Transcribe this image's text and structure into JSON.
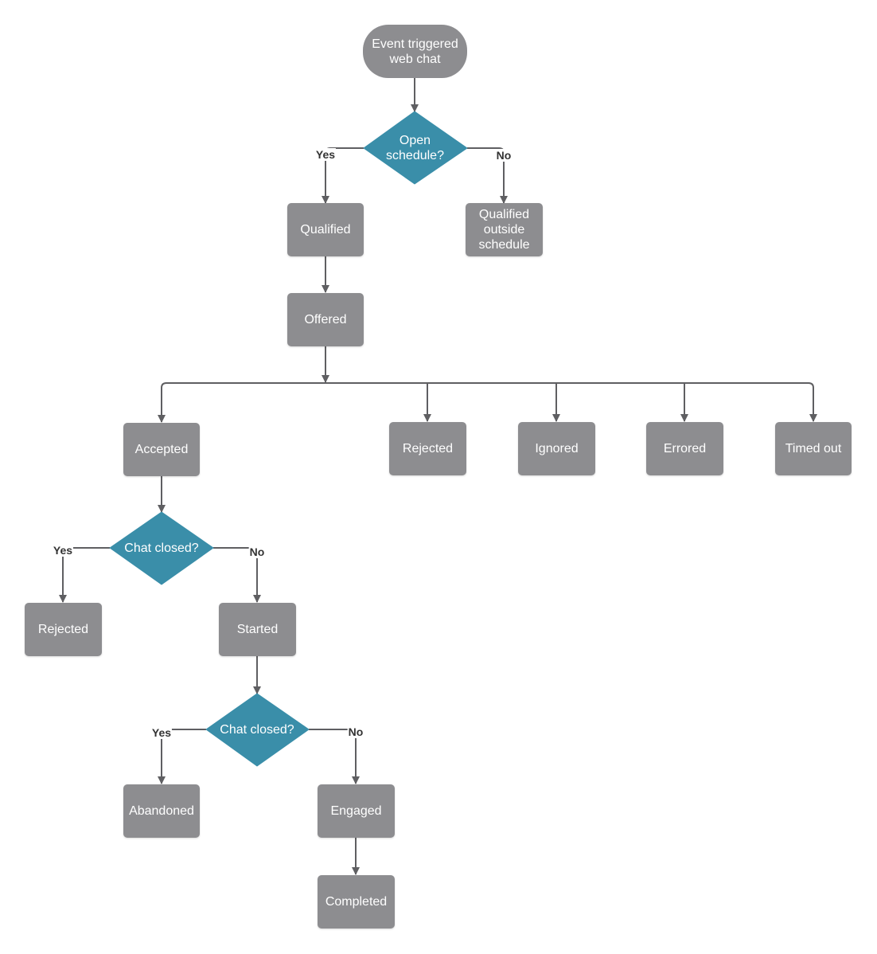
{
  "nodes": {
    "start": "Event triggered\nweb chat",
    "open_schedule": "Open\nschedule?",
    "qualified": "Qualified",
    "qualified_outside": "Qualified\noutside\nschedule",
    "offered": "Offered",
    "accepted": "Accepted",
    "rejected_offer": "Rejected",
    "ignored": "Ignored",
    "errored": "Errored",
    "timed_out": "Timed out",
    "chat_closed_1": "Chat closed?",
    "rejected_chat": "Rejected",
    "started": "Started",
    "chat_closed_2": "Chat closed?",
    "abandoned": "Abandoned",
    "engaged": "Engaged",
    "completed": "Completed"
  },
  "branches": {
    "open_schedule_yes": "Yes",
    "open_schedule_no": "No",
    "chat_closed_1_yes": "Yes",
    "chat_closed_1_no": "No",
    "chat_closed_2_yes": "Yes",
    "chat_closed_2_no": "No"
  },
  "colors": {
    "state_fill": "#8d8d90",
    "decision_fill": "#3a8ea9",
    "connector": "#5f5f62",
    "label_text": "#333333"
  }
}
